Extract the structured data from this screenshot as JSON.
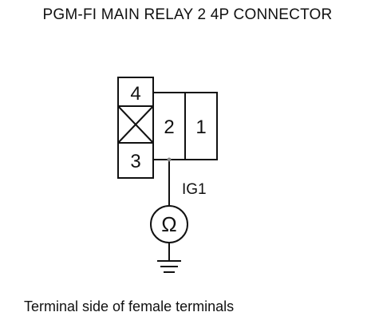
{
  "title": "PGM-FI MAIN RELAY 2 4P CONNECTOR",
  "caption": "Terminal side of female terminals",
  "connector": {
    "terminals": [
      {
        "id": "terminal-4",
        "label": "4"
      },
      {
        "id": "terminal-blank",
        "label": ""
      },
      {
        "id": "terminal-3",
        "label": "3"
      },
      {
        "id": "terminal-2",
        "label": "2"
      },
      {
        "id": "terminal-1",
        "label": "1"
      }
    ]
  },
  "wire_label": "IG1",
  "meter_symbol": "Ω",
  "colors": {
    "line": "#111111",
    "background": "#ffffff"
  }
}
